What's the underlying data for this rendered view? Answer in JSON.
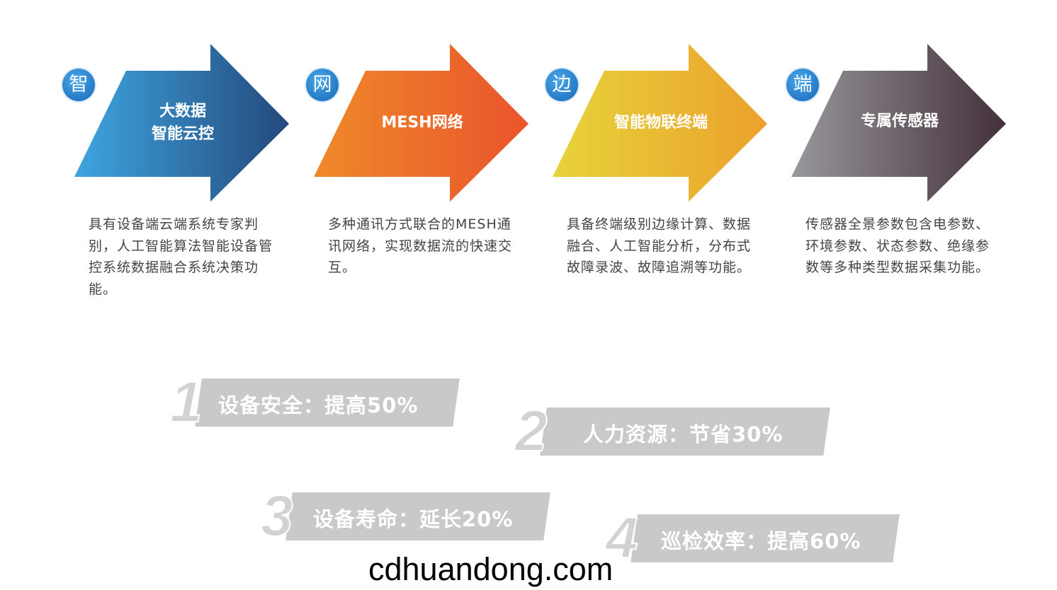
{
  "steps": [
    {
      "badge": "智",
      "title": "大数据\n智能云控",
      "description": "具有设备端云端系统专家判别，人工智能算法智能设备管控系统数据融合系统决策功能。",
      "colors": [
        "#3ea6e0",
        "#24497c"
      ]
    },
    {
      "badge": "网",
      "title": "MESH网络",
      "description": "多种通讯方式联合的MESH通讯网络，实现数据流的快速交互。",
      "colors": [
        "#ef8a2a",
        "#e9542c"
      ]
    },
    {
      "badge": "边",
      "title": "智能物联终端",
      "description": "具备终端级别边缘计算、数据融合、人工智能分析，分布式故障录波、故障追溯等功能。",
      "colors": [
        "#e7d33a",
        "#eba12c"
      ]
    },
    {
      "badge": "端",
      "title": "专属传感器",
      "description": "传感器全景参数包含电参数、环境参数、状态参数、绝缘参数等多种类型数据采集功能。",
      "colors": [
        "#98989c",
        "#43303a"
      ]
    }
  ],
  "benefits": [
    {
      "number": "1",
      "text": "设备安全：提高50%"
    },
    {
      "number": "2",
      "text": "人力资源：节省30%"
    },
    {
      "number": "3",
      "text": "设备寿命：延长20%"
    },
    {
      "number": "4",
      "text": "巡检效率：提高60%"
    }
  ],
  "watermark": "cdhuandong.com"
}
